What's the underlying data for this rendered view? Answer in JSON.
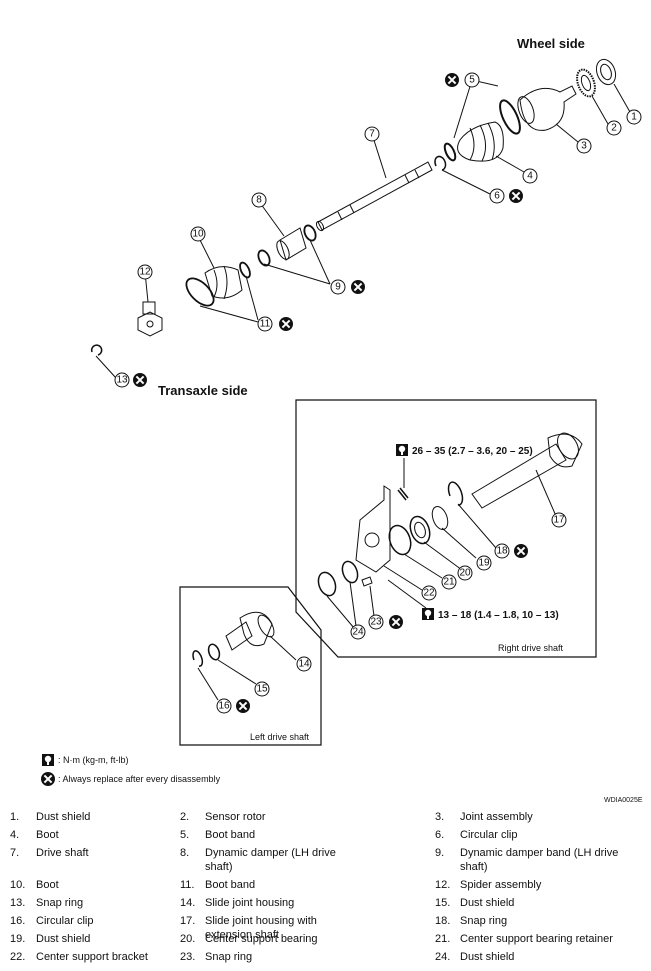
{
  "headings": {
    "wheel_side": "Wheel side",
    "transaxle_side": "Transaxle side",
    "right_drive_shaft": "Right drive shaft",
    "left_drive_shaft": "Left drive shaft"
  },
  "torque": {
    "upper": "26 – 35 (2.7 – 3.6, 20 – 25)",
    "lower": "13 – 18 (1.4 – 1.8, 10 – 13)"
  },
  "legend": {
    "torque_unit": ": N·m (kg-m, ft-lb)",
    "replace": ": Always replace after every disassembly"
  },
  "figure_code": "WDIA0025E",
  "callouts": [
    "1",
    "2",
    "3",
    "4",
    "5",
    "6",
    "7",
    "8",
    "9",
    "10",
    "11",
    "12",
    "13",
    "14",
    "15",
    "16",
    "17",
    "18",
    "19",
    "20",
    "21",
    "22",
    "23",
    "24"
  ],
  "parts": [
    {
      "num": "1.",
      "label": "Dust shield"
    },
    {
      "num": "2.",
      "label": "Sensor rotor"
    },
    {
      "num": "3.",
      "label": "Joint assembly"
    },
    {
      "num": "4.",
      "label": "Boot"
    },
    {
      "num": "5.",
      "label": "Boot band"
    },
    {
      "num": "6.",
      "label": "Circular clip"
    },
    {
      "num": "7.",
      "label": "Drive shaft"
    },
    {
      "num": "8.",
      "label": "Dynamic damper (LH drive shaft)"
    },
    {
      "num": "9.",
      "label": "Dynamic damper band (LH drive shaft)"
    },
    {
      "num": "10.",
      "label": "Boot"
    },
    {
      "num": "11.",
      "label": "Boot band"
    },
    {
      "num": "12.",
      "label": "Spider assembly"
    },
    {
      "num": "13.",
      "label": "Snap ring"
    },
    {
      "num": "14.",
      "label": "Slide joint housing"
    },
    {
      "num": "15.",
      "label": "Dust shield"
    },
    {
      "num": "16.",
      "label": "Circular clip"
    },
    {
      "num": "17.",
      "label": "Slide joint housing with extension shaft"
    },
    {
      "num": "18.",
      "label": "Snap ring"
    },
    {
      "num": "19.",
      "label": "Dust shield"
    },
    {
      "num": "20.",
      "label": "Center support bearing"
    },
    {
      "num": "21.",
      "label": "Center support bearing retainer"
    },
    {
      "num": "22.",
      "label": "Center support bracket"
    },
    {
      "num": "23.",
      "label": "Snap ring"
    },
    {
      "num": "24.",
      "label": "Dust shield"
    }
  ]
}
